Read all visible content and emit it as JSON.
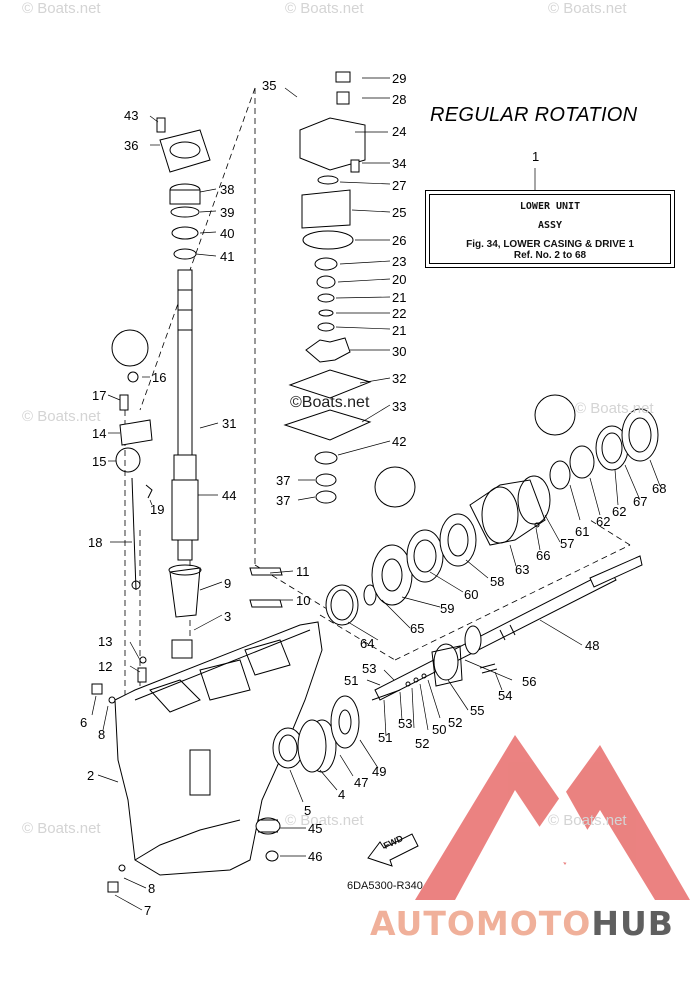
{
  "title": "REGULAR ROTATION",
  "ref_box": {
    "number": "1",
    "line1": "LOWER UNIT",
    "line2": "ASSY",
    "line3": "Fig. 34, LOWER CASING & DRIVE 1",
    "line4": "Ref. No. 2 to 68"
  },
  "diagram_code": "6DA5300-R340",
  "fwd_label": "FWD",
  "center_watermark": "©Boats.net",
  "watermark_text": "© Boats.net",
  "logo": {
    "text_part1": "AUTOMOTO",
    "text_part2": "HUB",
    "accent_color": "#e8716f",
    "text_color": "#f0b09a",
    "dark_text_color": "#5f5f5f"
  },
  "callouts": {
    "c2": "2",
    "c3": "3",
    "c4": "4",
    "c5": "5",
    "c6": "6",
    "c7": "7",
    "c8a": "8",
    "c8b": "8",
    "c9": "9",
    "c10": "10",
    "c11": "11",
    "c12": "12",
    "c13": "13",
    "c14": "14",
    "c15": "15",
    "c16": "16",
    "c17": "17",
    "c18": "18",
    "c19": "19",
    "c20": "20",
    "c21a": "21",
    "c21b": "21",
    "c22": "22",
    "c23": "23",
    "c24": "24",
    "c25": "25",
    "c26": "26",
    "c27": "27",
    "c28": "28",
    "c29": "29",
    "c30": "30",
    "c31": "31",
    "c32": "32",
    "c33": "33",
    "c34": "34",
    "c35": "35",
    "c36": "36",
    "c37a": "37",
    "c37b": "37",
    "c38": "38",
    "c39": "39",
    "c40": "40",
    "c41": "41",
    "c42": "42",
    "c43": "43",
    "c44": "44",
    "c45": "45",
    "c46": "46",
    "c47": "47",
    "c48": "48",
    "c49": "49",
    "c50": "50",
    "c51a": "51",
    "c51b": "51",
    "c52a": "52",
    "c52b": "52",
    "c53a": "53",
    "c53b": "53",
    "c54": "54",
    "c55": "55",
    "c56": "56",
    "c57": "57",
    "c58": "58",
    "c59": "59",
    "c60": "60",
    "c61": "61",
    "c62a": "62",
    "c62b": "62",
    "c63": "63",
    "c64": "64",
    "c65": "65",
    "c66": "66",
    "c67": "67",
    "c68": "68"
  }
}
